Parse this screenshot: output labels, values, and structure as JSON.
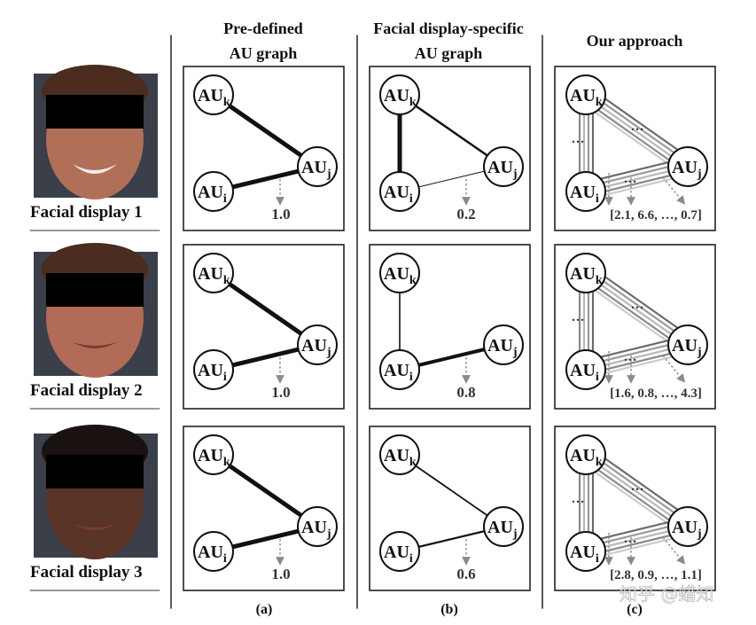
{
  "headers": {
    "col_a": [
      "Pre-defined",
      "AU graph"
    ],
    "col_b": [
      "Facial display-specific",
      "AU graph"
    ],
    "col_c": [
      "Our approach"
    ]
  },
  "rows": [
    {
      "label": "Facial display 1",
      "skin": "#b07058",
      "predefined_weight": "1.0",
      "specific_weight": "0.2",
      "our_vector": "[2.1, 6.6, …, 0.7]"
    },
    {
      "label": "Facial display 2",
      "skin": "#b26b56",
      "predefined_weight": "1.0",
      "specific_weight": "0.8",
      "our_vector": "[1.6, 0.8, …, 4.3]"
    },
    {
      "label": "Facial display 3",
      "skin": "#5a3426",
      "predefined_weight": "1.0",
      "specific_weight": "0.6",
      "our_vector": "[2.8, 0.9, …, 1.1]"
    }
  ],
  "node_labels": {
    "base": "AU",
    "k": "k",
    "j": "j",
    "i": "i"
  },
  "dots": "…",
  "subcaptions": [
    "(a)",
    "(b)",
    "(c)"
  ],
  "watermark": "知乎 @蜡知"
}
